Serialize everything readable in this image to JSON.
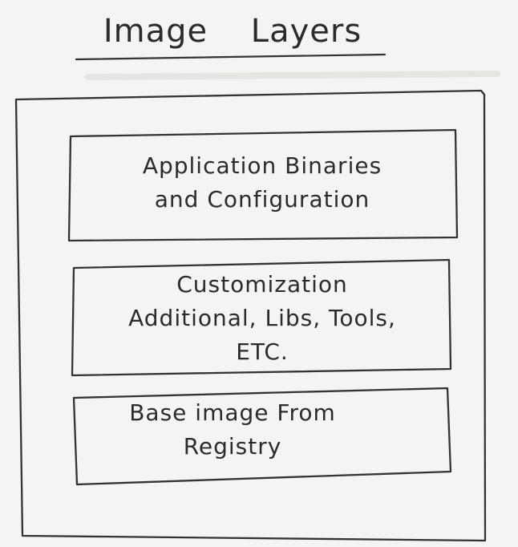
{
  "diagram": {
    "title": "Image Layers",
    "layers": [
      {
        "lines": [
          "Application Binaries",
          "and Configuration"
        ]
      },
      {
        "lines": [
          "Customization",
          "Additional, Libs, Tools,",
          "ETC."
        ]
      },
      {
        "lines": [
          "Base image From",
          "Registry"
        ]
      }
    ]
  }
}
